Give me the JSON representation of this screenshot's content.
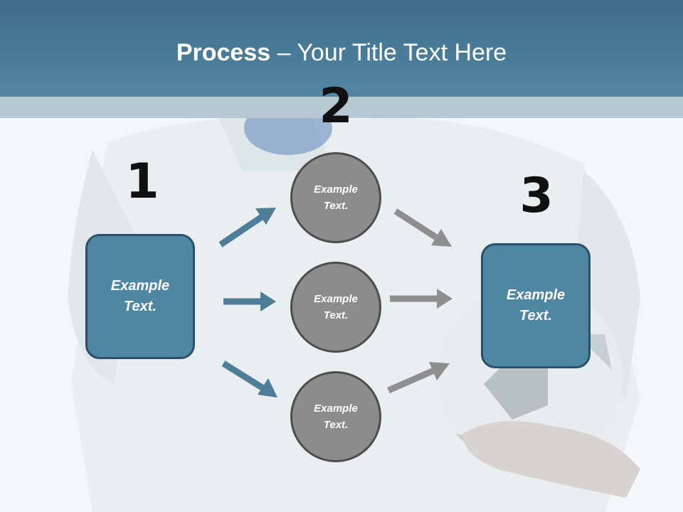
{
  "title": {
    "bold": "Process",
    "rest": " – Your Title Text Here"
  },
  "steps": [
    "1",
    "2",
    "3"
  ],
  "start_box": {
    "text": "Example Text."
  },
  "circles": [
    {
      "text": "Example Text."
    },
    {
      "text": "Example Text."
    },
    {
      "text": "Example Text."
    }
  ],
  "end_box": {
    "text": "Example Text."
  },
  "colors": {
    "header": "#4a7d99",
    "box_fill": "#4f86a2",
    "circle_fill": "#8c8c8c",
    "arrow_blue": "#4d7d98",
    "arrow_gray": "#8f8f8f"
  },
  "background_image": "faded photo of person in white t-shirt holding a soccer ball"
}
